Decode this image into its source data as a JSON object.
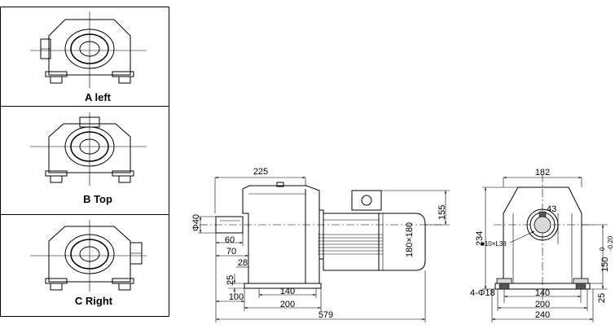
{
  "mounting_options": {
    "a": {
      "label": "A left"
    },
    "b": {
      "label": "B Top"
    },
    "c": {
      "label": "C Right"
    }
  },
  "side_view": {
    "dims": {
      "top": "225",
      "right_height": "155",
      "shaft_dia": "Φ40",
      "shaft_len1": "60",
      "shaft_len2": "70",
      "d28": "28",
      "d25": "25",
      "d140": "140",
      "d100": "100",
      "d200": "200",
      "d579": "579",
      "motor_flange": "180×180"
    }
  },
  "end_view": {
    "dims": {
      "width_top": "182",
      "d43": "43",
      "key": "■10×L38",
      "height": "234",
      "shaft_height": "150",
      "tol_upper": "0",
      "tol_lower": "-0.20",
      "holes": "4-Φ18",
      "d140": "140",
      "d25": "25",
      "d200": "200",
      "d240": "240"
    }
  }
}
